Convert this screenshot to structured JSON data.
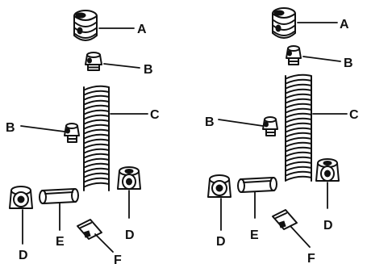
{
  "panels": [
    {
      "id": "left",
      "labels": {
        "A": "A",
        "B_top": "B",
        "B_side": "B",
        "C": "C",
        "D_left": "D",
        "D_right": "D",
        "E": "E",
        "F": "F"
      }
    },
    {
      "id": "right",
      "labels": {
        "A": "A",
        "B_top": "B",
        "B_side": "B",
        "C": "C",
        "D_left": "D",
        "D_right": "D",
        "E": "E",
        "F": "F"
      }
    }
  ],
  "icons": {
    "A": "cylindrical-spring-end-cap",
    "B": "threaded-plug-stud",
    "C": "coil-spring",
    "D": "flanged-bushing",
    "E": "cylindrical-pin",
    "F": "retainer-clip"
  },
  "colors": {
    "ink": "#111111",
    "background": "#ffffff"
  }
}
